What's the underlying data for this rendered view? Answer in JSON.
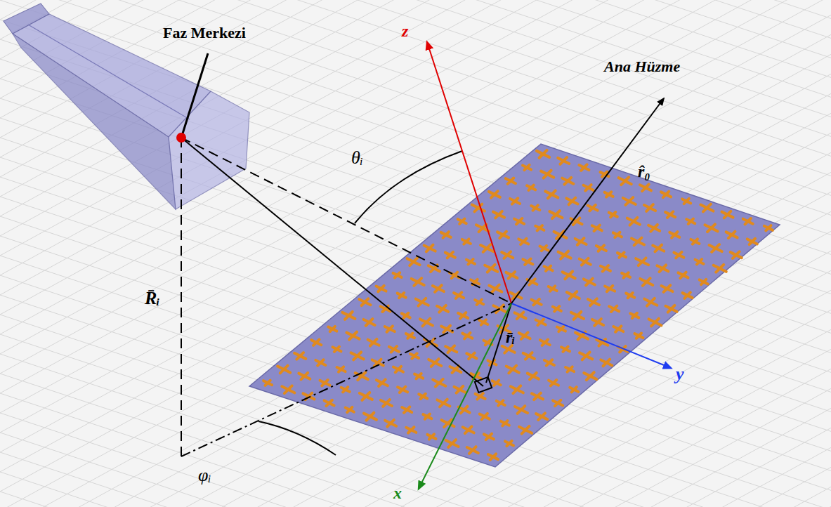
{
  "diagram": {
    "labels": [
      "Faz Merkezi",
      "z",
      "θᵢ",
      "Ana Hüzme",
      "r̂₀",
      "R̄ᵢ",
      "r̄ᵢ",
      "y",
      "φᵢ",
      "x"
    ]
  }
}
